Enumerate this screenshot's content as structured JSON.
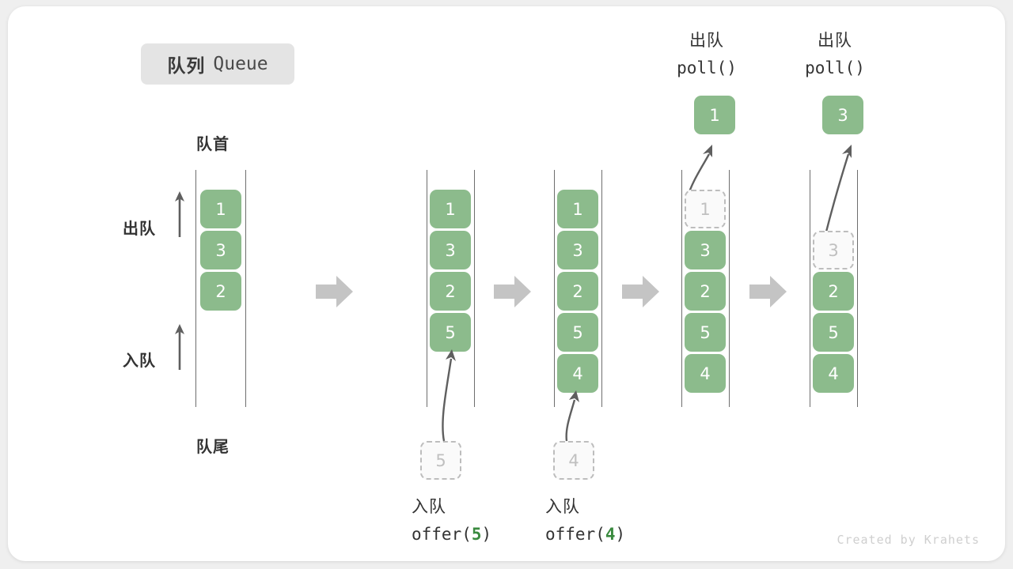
{
  "title": {
    "cn": "队列",
    "en": "Queue"
  },
  "labels": {
    "head": "队首",
    "tail": "队尾",
    "dequeue": "出队",
    "enqueue": "入队"
  },
  "colors": {
    "element_fill": "#8cbb8c",
    "element_text": "#ffffff",
    "ghost_fill": "#fafafa",
    "ghost_border": "#bdbdbd",
    "ghost_text": "#c0c0c0",
    "rail": "#6e6e6e",
    "arrow": "#5f5f5f",
    "step_arrow": "#c4c4c4",
    "badge_bg": "#e4e4e4",
    "code_accent": "#3a8a3f",
    "card_bg": "#ffffff",
    "page_bg": "#efefef"
  },
  "side_arrows": [
    {
      "label": "出队",
      "direction": "up"
    },
    {
      "label": "入队",
      "direction": "up"
    }
  ],
  "steps": [
    {
      "id": "initial",
      "slots": [
        {
          "value": "1",
          "state": "filled"
        },
        {
          "value": "3",
          "state": "filled"
        },
        {
          "value": "2",
          "state": "filled"
        },
        {
          "value": "",
          "state": "empty"
        },
        {
          "value": "",
          "state": "empty"
        }
      ],
      "caption_cn": "",
      "caption_code": "",
      "pending": null,
      "popped": null
    },
    {
      "id": "offer-5",
      "slots": [
        {
          "value": "1",
          "state": "filled"
        },
        {
          "value": "3",
          "state": "filled"
        },
        {
          "value": "2",
          "state": "filled"
        },
        {
          "value": "5",
          "state": "filled"
        },
        {
          "value": "",
          "state": "empty"
        }
      ],
      "caption_cn": "入队",
      "caption_code": "offer(",
      "caption_num": "5",
      "caption_code_end": ")",
      "pending": {
        "value": "5",
        "state": "ghost"
      },
      "popped": null
    },
    {
      "id": "offer-4",
      "slots": [
        {
          "value": "1",
          "state": "filled"
        },
        {
          "value": "3",
          "state": "filled"
        },
        {
          "value": "2",
          "state": "filled"
        },
        {
          "value": "5",
          "state": "filled"
        },
        {
          "value": "4",
          "state": "filled"
        }
      ],
      "caption_cn": "入队",
      "caption_code": "offer(",
      "caption_num": "4",
      "caption_code_end": ")",
      "pending": {
        "value": "4",
        "state": "ghost"
      },
      "popped": null
    },
    {
      "id": "poll-1",
      "slots": [
        {
          "value": "1",
          "state": "ghost"
        },
        {
          "value": "3",
          "state": "filled"
        },
        {
          "value": "2",
          "state": "filled"
        },
        {
          "value": "5",
          "state": "filled"
        },
        {
          "value": "4",
          "state": "filled"
        }
      ],
      "caption_cn": "",
      "caption_code": "",
      "pending": null,
      "popped": {
        "value": "1",
        "cn": "出队",
        "code": "poll()"
      }
    },
    {
      "id": "poll-3",
      "slots": [
        {
          "value": "",
          "state": "empty"
        },
        {
          "value": "3",
          "state": "ghost"
        },
        {
          "value": "2",
          "state": "filled"
        },
        {
          "value": "5",
          "state": "filled"
        },
        {
          "value": "4",
          "state": "filled"
        }
      ],
      "caption_cn": "",
      "caption_code": "",
      "pending": null,
      "popped": {
        "value": "3",
        "cn": "出队",
        "code": "poll()"
      }
    }
  ],
  "footer": "Created by Krahets"
}
